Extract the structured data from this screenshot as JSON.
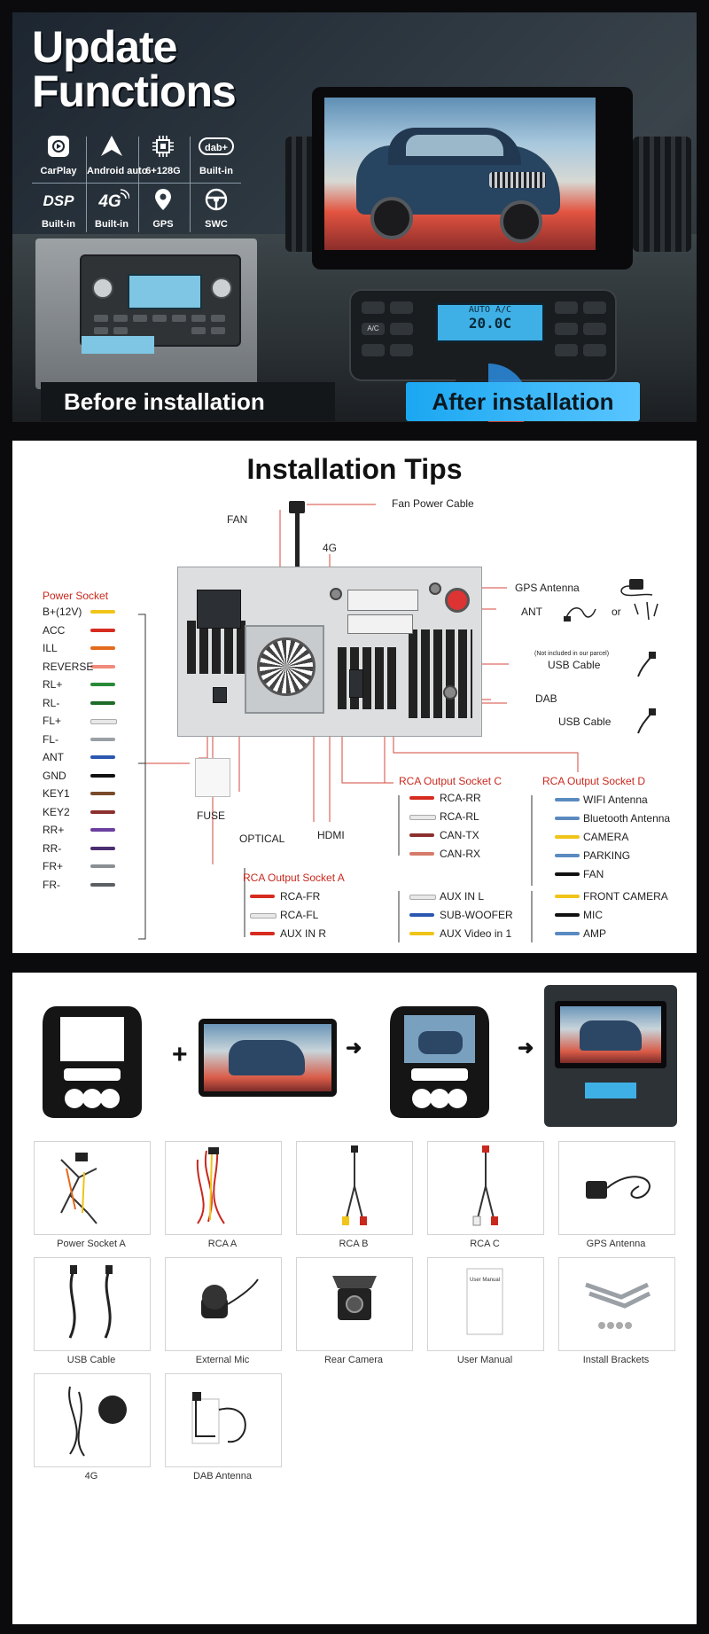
{
  "panel1": {
    "title_line1": "Update",
    "title_line2": "Functions",
    "features": [
      {
        "label": "CarPlay",
        "icon": "carplay-icon"
      },
      {
        "label": "Android auto",
        "icon": "android-auto-icon"
      },
      {
        "label": "6+128G",
        "icon": "chip-icon"
      },
      {
        "label": "Built-in",
        "icon": "dab-icon",
        "badge": "dab+"
      },
      {
        "label": "Built-in",
        "icon": "dsp-icon",
        "badge": "DSP"
      },
      {
        "label": "Built-in",
        "icon": "4g-icon",
        "badge": "4G"
      },
      {
        "label": "GPS",
        "icon": "gps-pin-icon"
      },
      {
        "label": "SWC",
        "icon": "steering-wheel-icon"
      }
    ],
    "before_label": "Before installation",
    "after_label": "After installation",
    "ac_display": {
      "mode": "AUTO A/C",
      "temp": "20.0C"
    },
    "ac_button": "A/C"
  },
  "panel2": {
    "title": "Installation Tips",
    "top_labels": {
      "fan_power": "Fan Power Cable",
      "fan": "FAN",
      "four_g": "4G"
    },
    "right_labels": {
      "gps": "GPS Antenna",
      "ant": "ANT",
      "or": "or",
      "not_included": "(Not included in our parcel)",
      "usb1": "USB Cable",
      "dab": "DAB",
      "usb2": "USB Cable"
    },
    "power_socket_title": "Power Socket",
    "power_socket_wires": [
      {
        "label": "B+(12V)",
        "color": "#f0c419"
      },
      {
        "label": "ACC",
        "color": "#d62b1f"
      },
      {
        "label": "ILL",
        "color": "#e46a1d"
      },
      {
        "label": "REVERSE",
        "color": "#f08a7a"
      },
      {
        "label": "RL+",
        "color": "#2a8a3a"
      },
      {
        "label": "RL-",
        "color": "#1f6b2a"
      },
      {
        "label": "FL+",
        "color": "#e8e8e8"
      },
      {
        "label": "FL-",
        "color": "#9aa0a6"
      },
      {
        "label": "ANT",
        "color": "#2a57b0"
      },
      {
        "label": "GND",
        "color": "#111111"
      },
      {
        "label": "KEY1",
        "color": "#7a4a2a"
      },
      {
        "label": "KEY2",
        "color": "#8c2f2f"
      },
      {
        "label": "RR+",
        "color": "#6b3fa0"
      },
      {
        "label": "RR-",
        "color": "#4a2f70"
      },
      {
        "label": "FR+",
        "color": "#8a8f94"
      },
      {
        "label": "FR-",
        "color": "#5a5f64"
      }
    ],
    "bottom_labels": {
      "fuse": "FUSE",
      "optical": "OPTICAL",
      "hdmi": "HDMI"
    },
    "rca_a": {
      "title": "RCA Output Socket A",
      "items": [
        {
          "label": "RCA-FR",
          "color": "#d62b1f"
        },
        {
          "label": "RCA-FL",
          "color": "#e8e8e8"
        },
        {
          "label": "AUX IN R",
          "color": "#d62b1f"
        }
      ]
    },
    "rca_c": {
      "title": "RCA Output Socket C",
      "items": [
        {
          "label": "RCA-RR",
          "color": "#d62b1f"
        },
        {
          "label": "RCA-RL",
          "color": "#e8e8e8"
        },
        {
          "label": "CAN-TX",
          "color": "#8c2f2f"
        },
        {
          "label": "CAN-RX",
          "color": "#d67a6a"
        }
      ]
    },
    "rca_c_extra": [
      {
        "label": "AUX IN L",
        "color": "#e8e8e8"
      },
      {
        "label": "SUB-WOOFER",
        "color": "#2a57b0"
      },
      {
        "label": "AUX Video in 1",
        "color": "#f0c419"
      }
    ],
    "rca_d": {
      "title": "RCA Output Socket D",
      "items": [
        {
          "label": "WIFI Antenna",
          "color": "#5a8ac0"
        },
        {
          "label": "Bluetooth Antenna",
          "color": "#5a8ac0"
        },
        {
          "label": "CAMERA",
          "color": "#f0c419"
        },
        {
          "label": "PARKING",
          "color": "#5a8ac0"
        },
        {
          "label": "FAN",
          "color": "#111111"
        }
      ]
    },
    "rca_d_extra": [
      {
        "label": "FRONT CAMERA",
        "color": "#f0c419"
      },
      {
        "label": "MIC",
        "color": "#111111"
      },
      {
        "label": "AMP",
        "color": "#5a8ac0"
      }
    ]
  },
  "panel3": {
    "operators": [
      "+",
      "➜",
      "➜"
    ],
    "accessories": [
      {
        "label": "Power Socket A",
        "icon": "power-socket-harness-icon"
      },
      {
        "label": "RCA  A",
        "icon": "rca-a-cable-icon"
      },
      {
        "label": "RCA  B",
        "icon": "rca-b-cable-icon"
      },
      {
        "label": "RCA  C",
        "icon": "rca-c-cable-icon"
      },
      {
        "label": "GPS Antenna",
        "icon": "gps-antenna-icon"
      },
      {
        "label": "USB Cable",
        "icon": "usb-cable-icon"
      },
      {
        "label": "External Mic",
        "icon": "external-mic-icon"
      },
      {
        "label": "Rear Camera",
        "icon": "rear-camera-icon"
      },
      {
        "label": "User Manual",
        "icon": "user-manual-icon",
        "cover_text": "User Manual"
      },
      {
        "label": "Install Brackets",
        "icon": "install-brackets-icon"
      },
      {
        "label": "4G",
        "icon": "4g-antenna-icon"
      },
      {
        "label": "DAB Antenna",
        "icon": "dab-antenna-icon"
      }
    ]
  }
}
